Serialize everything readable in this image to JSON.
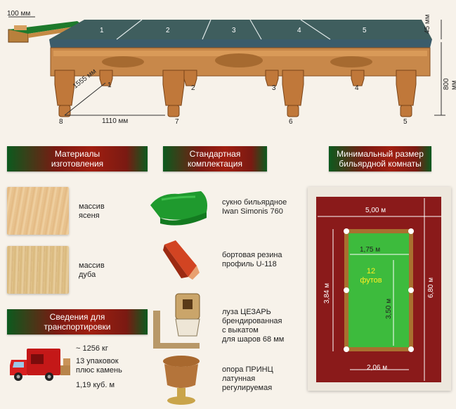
{
  "table_diagram": {
    "rail_width": "100 мм",
    "pockets": [
      "1",
      "2",
      "3",
      "4",
      "5",
      "6",
      "7",
      "8"
    ],
    "leg_numbers_top": [
      "1",
      "2",
      "3",
      "4",
      "5"
    ],
    "height_top": "45 мм",
    "height_total": "800 мм",
    "diagonal": "1555 мм",
    "span": "1110 мм"
  },
  "materials": {
    "header_line1": "Материалы",
    "header_line2": "изготовления",
    "items": [
      {
        "label_line1": "массив",
        "label_line2": "ясеня"
      },
      {
        "label_line1": "массив",
        "label_line2": "дуба"
      }
    ]
  },
  "standard": {
    "header_line1": "Стандартная",
    "header_line2": "комплектация",
    "items": [
      {
        "lines": [
          "сукно бильярдное",
          "Iwan Simonis 760"
        ]
      },
      {
        "lines": [
          "бортовая резина",
          "профиль U-118"
        ]
      },
      {
        "lines": [
          "луза ЦЕЗАРЬ",
          "брендированная",
          "с выкатом",
          "для шаров 68 мм"
        ]
      },
      {
        "lines": [
          "опора ПРИНЦ",
          "латунная",
          "регулируемая"
        ]
      }
    ]
  },
  "transport": {
    "header_line1": "Сведения для",
    "header_line2": "транспортировки",
    "weight": "~ 1256 кг",
    "packages_line1": "13 упаковок",
    "packages_line2": "плюс камень",
    "volume": "1,19 куб. м"
  },
  "room": {
    "header_line1": "Минимальный размер",
    "header_line2": "бильярдной комнаты",
    "room_width": "5,00 м",
    "room_height": "6,80 м",
    "play_width": "1,75 м",
    "play_length": "3,50 м",
    "table_outer_height": "3,84 м",
    "table_outer_width": "2,06 м",
    "table_size_line1": "12",
    "table_size_line2": "футов",
    "colors": {
      "carpet": "#8a1a1a",
      "cloth": "#3dbb3d",
      "rail": "#a9702f"
    }
  }
}
